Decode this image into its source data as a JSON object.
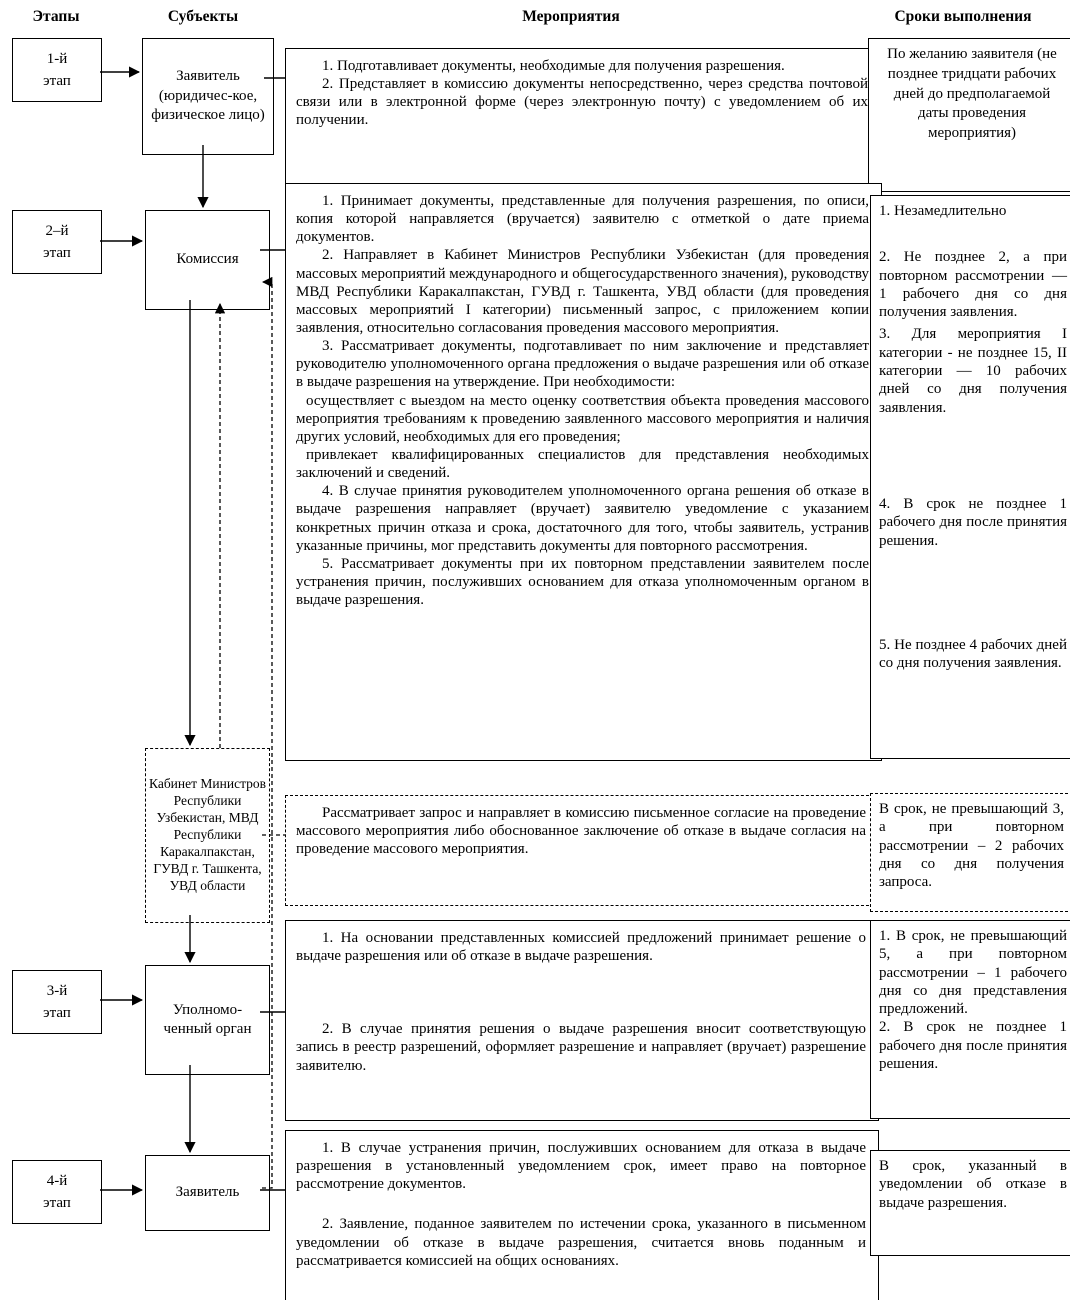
{
  "colors": {
    "line": "#000000",
    "background": "#ffffff"
  },
  "headers": {
    "stages": "Этапы",
    "subjects": "Субъекты",
    "activities": "Мероприятия",
    "deadlines": "Сроки выполнения"
  },
  "row1": {
    "stage": "1-й этап",
    "subject": "Заявитель (юридичес-кое, физическое лицо)",
    "activities": [
      "1. Подготавливает документы, необходимые для получения разрешения.",
      "2. Представляет в комиссию документы непосредственно, через средства почтовой связи или в электронной форме (через электронную почту) с уведомлением об их получении."
    ],
    "deadline": "По желанию заявителя (не позднее тридцати рабочих дней до предполагаемой даты проведения мероприятия)"
  },
  "row2": {
    "stage": "2–й этап",
    "subject": "Комиссия",
    "activities": [
      "1. Принимает документы, представленные для получения разрешения, по описи, копия которой направляется (вручается) заявителю с отметкой о дате приема документов.",
      "2. Направляет в Кабинет Министров Республики Узбекистан (для проведения массовых мероприятий международного и общегосударственного значения), руководству МВД Республики Каракалпакстан, ГУВД г. Ташкента, УВД области (для проведения массовых мероприятий I категории) письменный запрос, с приложением копии заявления, относительно согласования проведения массового мероприятия.",
      "3. Рассматривает документы, подготавливает по ним заключение и представляет руководителю уполномоченного органа предложения о выдаче разрешения или об отказе в выдаче разрешения на утверждение. При необходимости:",
      "осуществляет с выездом на место оценку соответствия объекта проведения массового мероприятия требованиям к проведению заявленного массового мероприятия и наличия других условий, необходимых для его проведения;",
      "привлекает квалифицированных специалистов для представления необходимых заключений и сведений.",
      "4. В случае принятия руководителем уполномоченного органа решения об отказе в выдаче разрешения направляет (вручает) заявителю уведомление с указанием конкретных причин отказа и срока, достаточного для того, чтобы заявитель, устранив указанные причины, мог представить документы для повторного рассмотрения.",
      "5. Рассматривает документы при их повторном представлении заявителем после устранения причин, послуживших основанием для отказа уполномоченным органом в выдаче разрешения."
    ],
    "deadlines": [
      "1. Незамедлительно",
      "2. Не позднее 2, а при повторном рассмотрении — 1 рабочего дня со дня получения заявления.",
      "3. Для мероприятия I категории - не позднее 15, II категории — 10 рабочих дней со дня получения заявления.",
      "4. В срок не позднее 1 рабочего дня после принятия решения.",
      "5. Не позднее 4 рабочих дней со дня получения заявления."
    ]
  },
  "approval": {
    "subject": "Кабинет Министров Республики Узбекистан, МВД Республики Каракалпакстан, ГУВД г. Ташкента, УВД области",
    "activity": "Рассматривает запрос и направляет в комиссию письменное согласие на проведение массового мероприятия либо обоснованное заключение об отказе в выдаче согласия на проведение массового мероприятия.",
    "deadline": "В срок, не превышающий 3, а при повторном рассмотрении – 2 рабочих дня со дня получения запроса."
  },
  "row3": {
    "stage": "3-й этап",
    "subject": "Уполномо-ченный орган",
    "activities": [
      "1. На основании представленных комиссией предложений принимает решение о выдаче разрешения или об отказе в выдаче разрешения.",
      "2. В случае принятия решения о выдаче разрешения вносит соответствующую запись в реестр разрешений, оформляет разрешение и направляет (вручает) разрешение заявителю."
    ],
    "deadlines": [
      "1. В срок, не превышающий 5, а при повторном рассмотрении – 1 рабочего дня со дня представления предложений.",
      "2. В срок не позднее 1 рабочего дня после принятия решения."
    ]
  },
  "row4": {
    "stage": "4-й этап",
    "subject": "Заявитель",
    "activities": [
      "1. В случае устранения причин, послуживших основанием для отказа в выдаче разрешения в установленный уведомлением срок, имеет право на повторное рассмотрение документов.",
      "2. Заявление, поданное заявителем по истечении срока, указанного в письменном уведомлении об отказе в выдаче разрешения, считается вновь поданным и рассматривается комиссией на общих основаниях."
    ],
    "deadline": "В срок, указанный в уведомлении об отказе в выдаче разрешения."
  }
}
